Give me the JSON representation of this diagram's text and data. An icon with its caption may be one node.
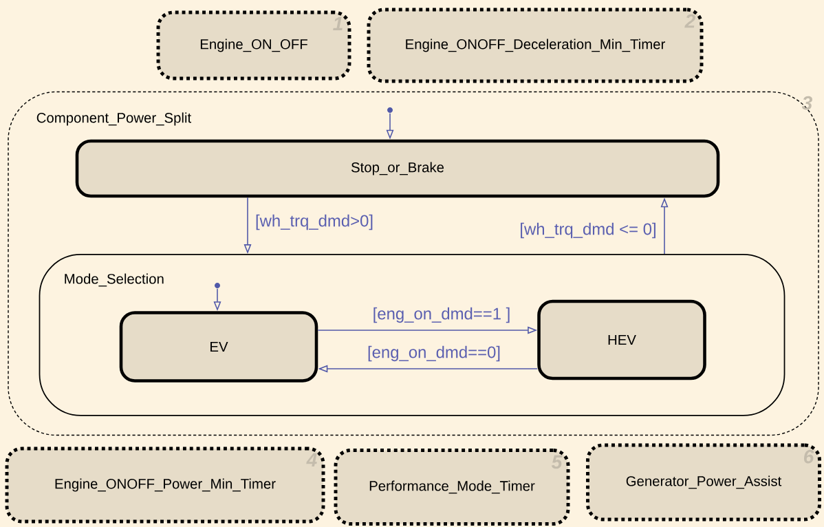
{
  "diagram": {
    "nodes": [
      {
        "text": [
          "Engine_ON_OFF",
          "1"
        ]
      },
      {
        "text": [
          "Engine_ONOFF_Deceleration_Min_Timer",
          "2"
        ]
      },
      {
        "text": [
          "Component_Power_Split",
          "3"
        ]
      },
      {
        "text": [
          "Stop_or_Brake"
        ],
        "in": 2
      },
      {
        "text": [
          "Mode_Selection"
        ],
        "in": 2
      },
      {
        "text": [
          "EV"
        ],
        "in": 4
      },
      {
        "text": [
          "HEV"
        ],
        "in": 4
      },
      {
        "text": [
          "Engine_ONOFF_Power_Min_Timer",
          "4"
        ]
      },
      {
        "text": [
          "Performance_Mode_Timer",
          "5"
        ]
      },
      {
        "text": [
          "Generator_Power_Assist",
          "6"
        ]
      },
      {
        "text": [],
        "shape": "circle",
        "in": 2
      },
      {
        "text": [],
        "shape": "circle",
        "in": 4
      }
    ],
    "edges": [
      {
        "from": 10,
        "to": 3,
        "arrow": "to"
      },
      {
        "from": 3,
        "to": 4,
        "arrow": "to",
        "label": "[wh_trq_dmd>0]"
      },
      {
        "from": 4,
        "to": 3,
        "arrow": "to",
        "label": "[wh_trq_dmd <= 0]"
      },
      {
        "from": 11,
        "to": 5,
        "arrow": "to"
      },
      {
        "from": 5,
        "to": 6,
        "arrow": "to",
        "label": "[eng_on_dmd==1 ]"
      },
      {
        "from": 6,
        "to": 5,
        "arrow": "to",
        "label": "[eng_on_dmd==0]"
      }
    ]
  }
}
